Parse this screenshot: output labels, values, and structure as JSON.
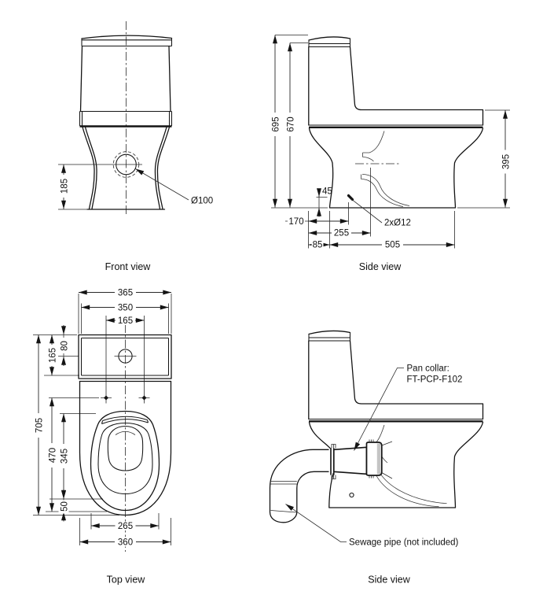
{
  "drawing": {
    "front": {
      "label": "Front view",
      "d185": "185",
      "dia": "Ø100"
    },
    "side1": {
      "label": "Side view",
      "d695": "695",
      "d670": "670",
      "d395": "395",
      "d45": "45",
      "d170": "170",
      "d255": "255",
      "d85": "85",
      "d505": "505",
      "bolt": "2xØ12"
    },
    "top": {
      "label": "Top view",
      "d365": "365",
      "d350": "350",
      "d165_top": "165",
      "d80": "80",
      "d165_left": "165",
      "d705": "705",
      "d470": "470",
      "d345": "345",
      "d50": "50",
      "d265": "265",
      "d360": "360"
    },
    "side2": {
      "label": "Side view",
      "pan1": "Pan collar:",
      "pan2": "FT-PCP-F102",
      "sewage": "Sewage pipe (not included)"
    },
    "colors": {
      "line": "#141414",
      "background": "#ffffff"
    }
  }
}
